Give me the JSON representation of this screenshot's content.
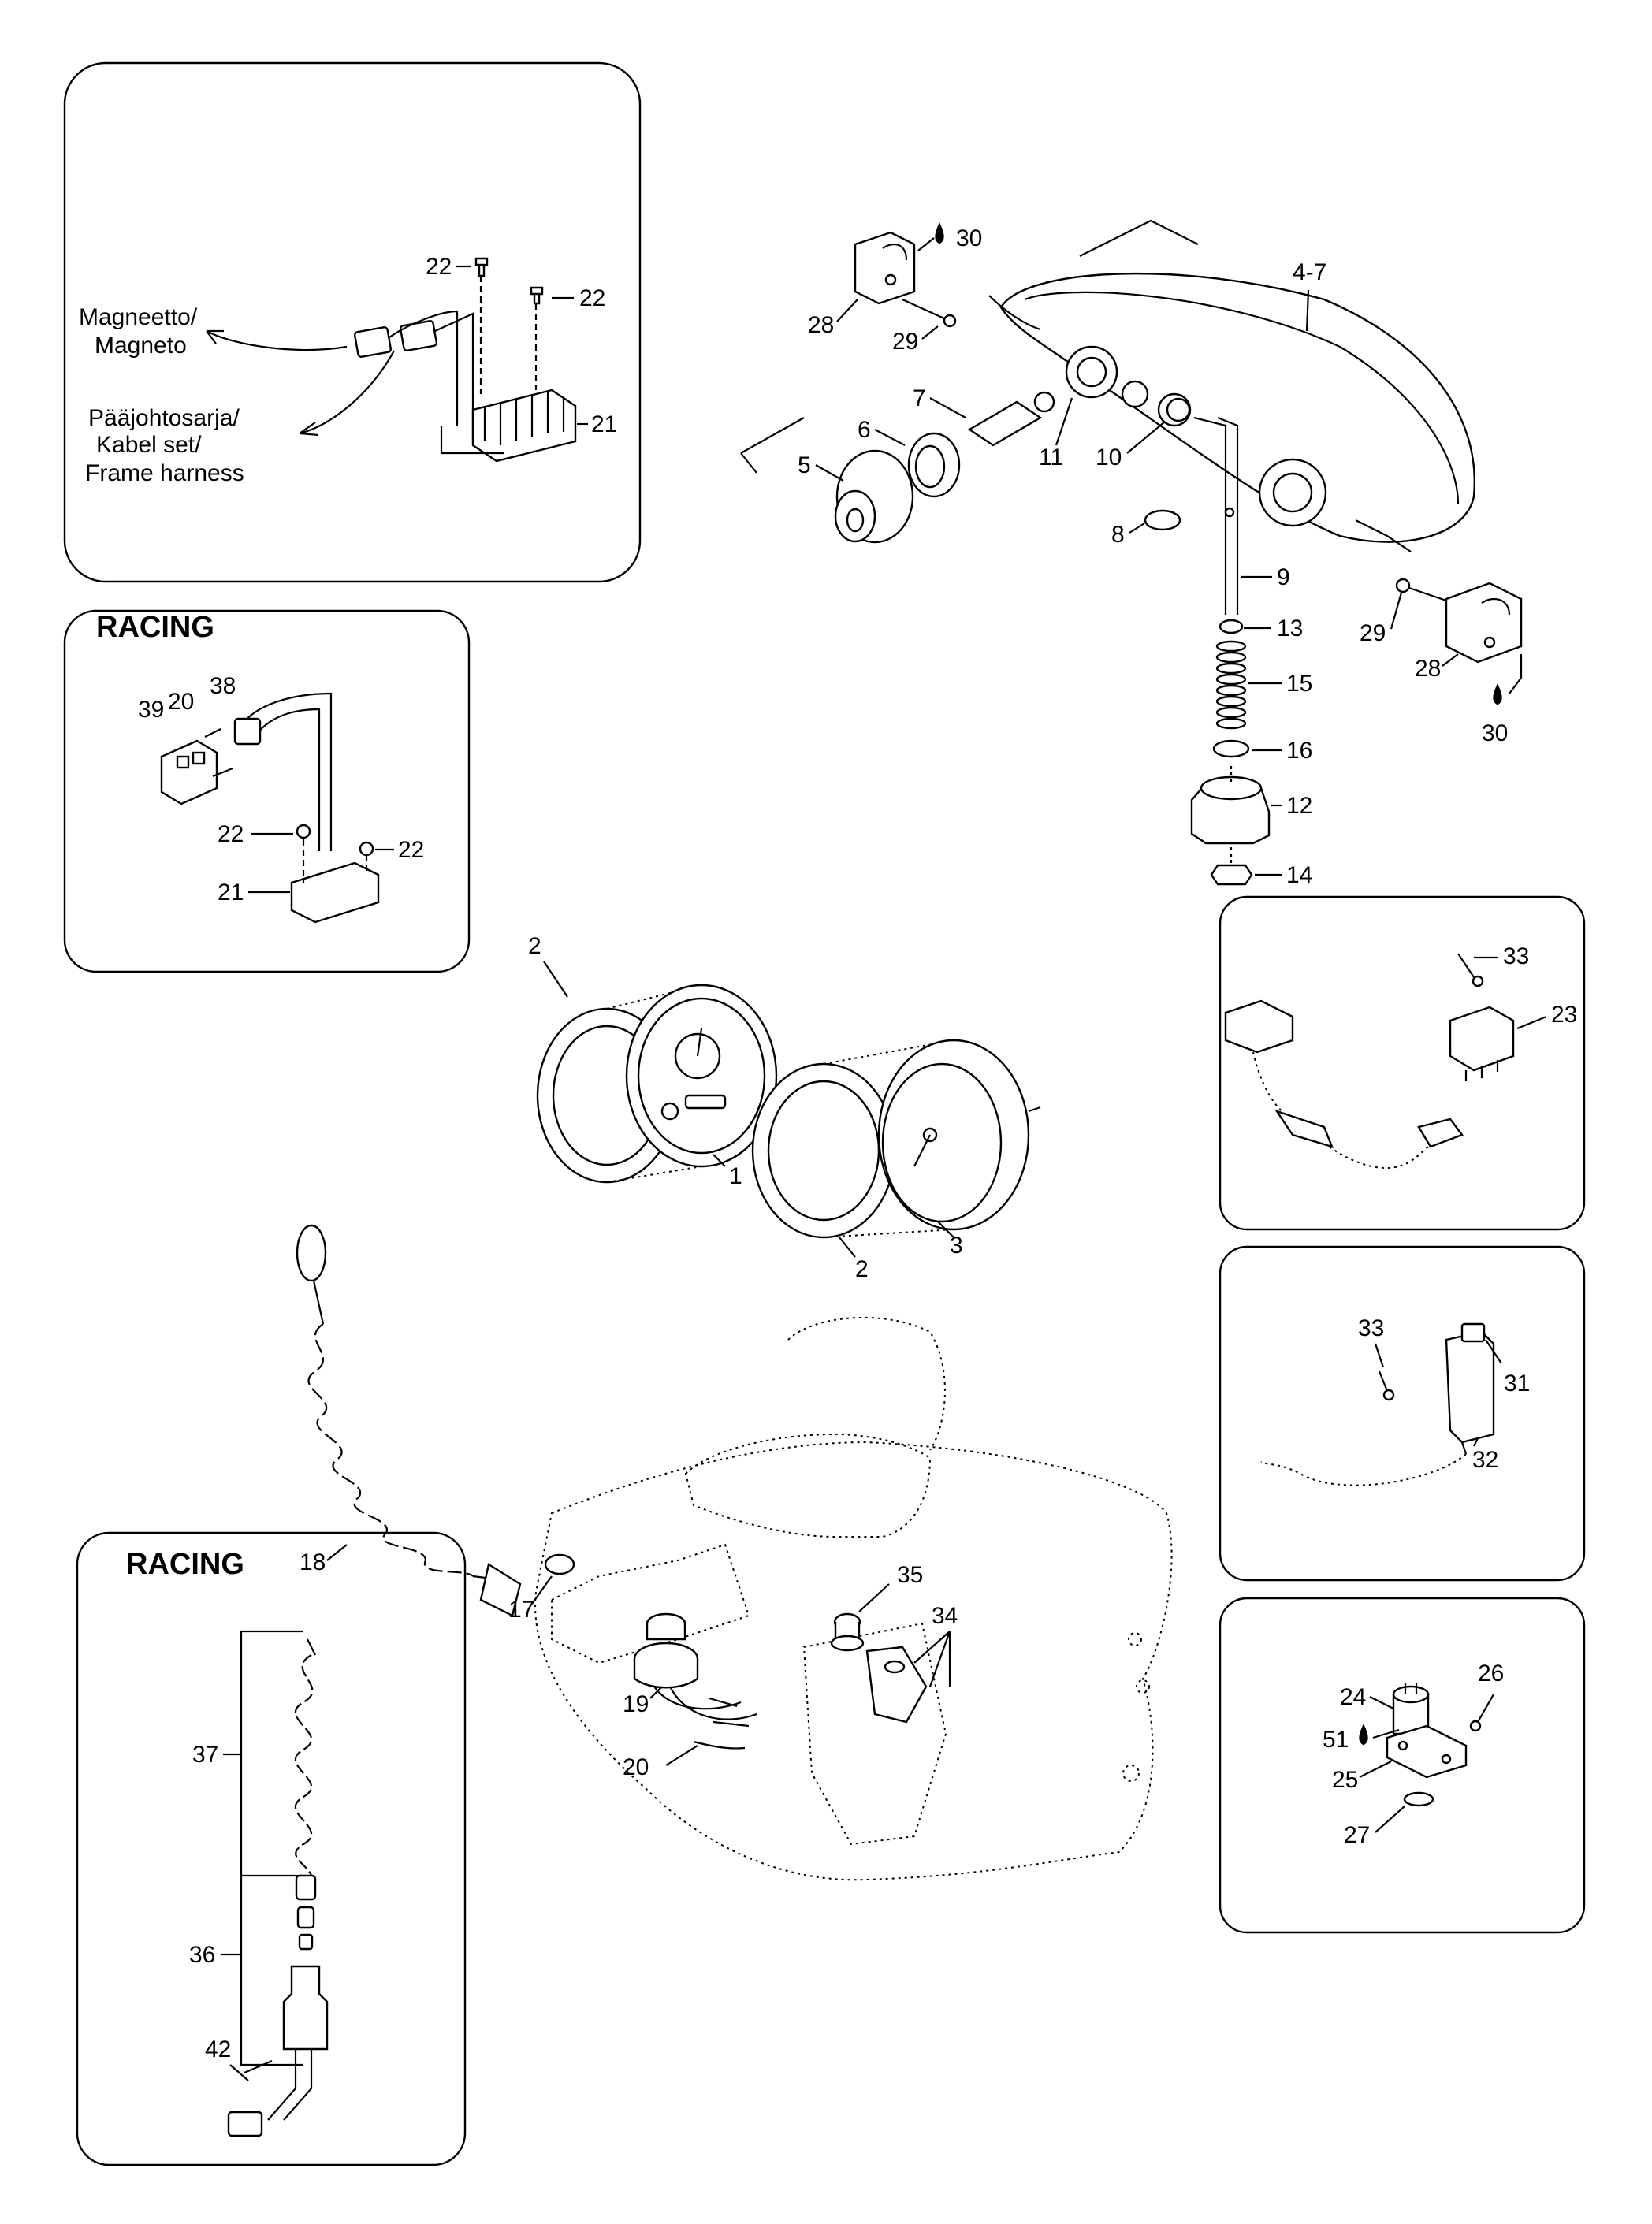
{
  "insets": {
    "top_left": {
      "magneto_label_1": "Magneetto/",
      "magneto_label_2": "Magneto",
      "harness_label_1": "Pääjohtosarja/",
      "harness_label_2": "Kabel set/",
      "harness_label_3": "Frame harness"
    },
    "racing_1": {
      "heading": "RACING"
    },
    "racing_2": {
      "heading": "RACING"
    }
  },
  "callouts": {
    "p1": "1",
    "p2": "2",
    "p3": "3",
    "p4_7": "4-7",
    "p5": "5",
    "p6": "6",
    "p7": "7",
    "p8": "8",
    "p9": "9",
    "p10": "10",
    "p11": "11",
    "p12": "12",
    "p13": "13",
    "p14": "14",
    "p15": "15",
    "p16": "16",
    "p17": "17",
    "p18": "18",
    "p19": "19",
    "p20": "20",
    "p21": "21",
    "p22": "22",
    "p23": "23",
    "p24": "24",
    "p25": "25",
    "p26": "26",
    "p27": "27",
    "p28": "28",
    "p29": "29",
    "p30": "30",
    "p31": "31",
    "p32": "32",
    "p33": "33",
    "p34": "34",
    "p35": "35",
    "p36": "36",
    "p37": "37",
    "p38": "38",
    "p39": "39",
    "p42": "42",
    "p51": "51"
  }
}
